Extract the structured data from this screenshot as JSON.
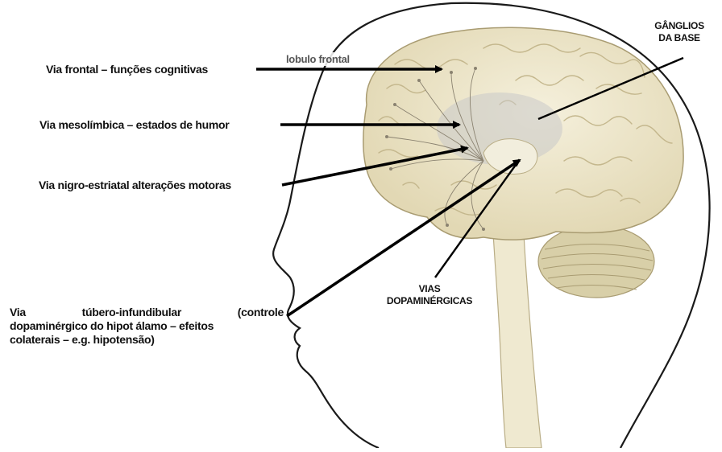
{
  "labels": {
    "frontal": "Via frontal – funções cognitivas",
    "mesolimbic": "Via mesolímbica – estados de humor",
    "nigro": "Via nigro-estriatal alterações motoras",
    "tubero_line1_a": "Via",
    "tubero_line1_b": "túbero-infundibular",
    "tubero_line1_c": "(controle",
    "tubero_line2": "dopaminérgico do hipot álamo – efeitos",
    "tubero_line3": "colaterais – e.g. hipotensão)",
    "lobulo": "lobulo frontal",
    "ganglios_1": "GÂNGLIOS",
    "ganglios_2": "DA BASE",
    "vias_1": "VIAS",
    "vias_2": "DOPAMINÉRGICAS"
  },
  "colors": {
    "brain_fill": "#ede6cc",
    "brain_gyri": "#c9bd96",
    "outline": "#1a1a1a",
    "arrow": "#000000",
    "basal_ganglia_zone": "#c8c8c8"
  }
}
